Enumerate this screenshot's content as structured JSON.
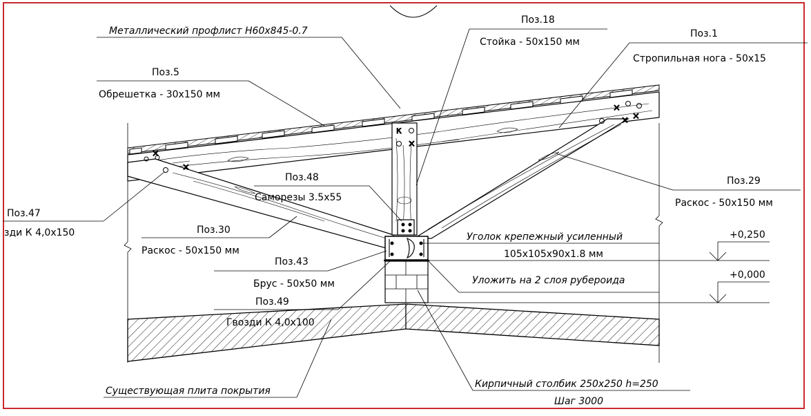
{
  "labels": {
    "profile": "Металлический профлист Н60х845-0.7",
    "pos18": "Поз.18",
    "post": "Стойка - 50х150 мм",
    "pos1": "Поз.1",
    "rafter": "Стропильная нога - 50х15",
    "pos5": "Поз.5",
    "lathing": "Обрешетка - 30х150 мм",
    "pos29": "Поз.29",
    "brace29": "Раскос - 50х150 мм",
    "pos48": "Поз.48",
    "screws": "Саморезы 3.5х55",
    "pos47": "Поз.47",
    "nails47": "зди К 4,0х150",
    "pos30": "Поз.30",
    "brace30": "Раскос - 50х150 мм",
    "angle_line1": "Уголок крепежный усиленный",
    "angle_line2": "105х105х90х1.8 мм",
    "level_top": "+0,250",
    "level_zero": "+0,000",
    "pos43": "Поз.43",
    "beam": "Брус - 50х50 мм",
    "roofing": "Уложить на 2 слоя рубероида",
    "pos49": "Поз.49",
    "nails49": "Гвозди К 4,0х100",
    "slab": "Существующая плита покрытия",
    "brick_line1": "Кирпичный столбик 250х250 h=250",
    "brick_line2": "Шаг 3000"
  },
  "colors": {
    "frame": "#c8282d",
    "ink": "#000000",
    "paper": "#ffffff"
  }
}
